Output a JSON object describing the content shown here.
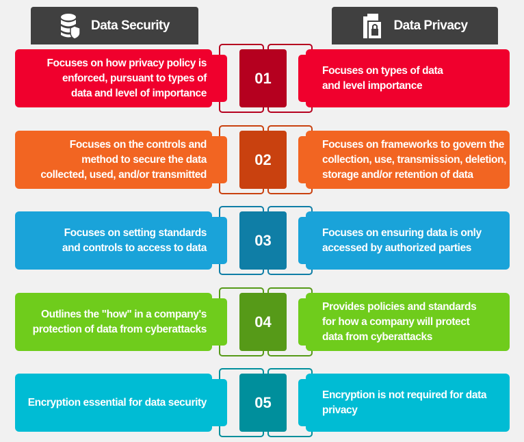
{
  "headers": {
    "left": {
      "label": "Data Security",
      "icon": "database-shield-icon"
    },
    "right": {
      "label": "Data Privacy",
      "icon": "document-lock-icon"
    }
  },
  "rows": [
    {
      "number": "01",
      "left": "Focuses on how privacy policy is\nenforced, pursuant to types of\ndata and level of importance",
      "right": "Focuses on types of data\nand level importance",
      "color": "#f0002d",
      "dark": "#b5001f"
    },
    {
      "number": "02",
      "left": "Focuses on the controls and\nmethod to secure the data\ncollected, used, and/or transmitted",
      "right": "Focuses on frameworks to govern the\ncollection, use, transmission, deletion,\nstorage and/or retention of data",
      "color": "#f26522",
      "dark": "#c9410f"
    },
    {
      "number": "03",
      "left": "Focuses on setting standards\nand controls to access to data",
      "right": "Focuses on ensuring data is only\naccessed by authorized parties",
      "color": "#1aa3d9",
      "dark": "#0f7ea6"
    },
    {
      "number": "04",
      "left": "Outlines the \"how\" in a company's\nprotection of data from cyberattacks",
      "right": "Provides policies and standards\nfor how a company will protect\ndata from cyberattacks",
      "color": "#6fcc1c",
      "dark": "#569a18"
    },
    {
      "number": "05",
      "left": "Encryption essential for data security",
      "right": "Encryption is not required for data privacy",
      "color": "#00bcd4",
      "dark": "#008f9c"
    }
  ]
}
